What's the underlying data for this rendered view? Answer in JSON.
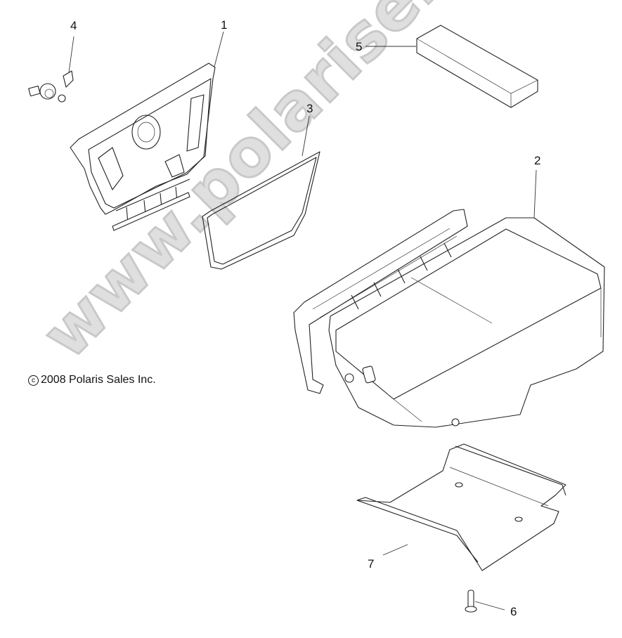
{
  "diagram": {
    "type": "exploded-parts-view",
    "copyright": {
      "symbol": "c",
      "text": "2008 Polaris Sales Inc."
    },
    "watermark": "www.polarisersatzteile.de",
    "callouts": [
      {
        "id": "1",
        "label": "1",
        "part": "storage lid"
      },
      {
        "id": "2",
        "label": "2",
        "part": "storage box"
      },
      {
        "id": "3",
        "label": "3",
        "part": "lid seal"
      },
      {
        "id": "4",
        "label": "4",
        "part": "latch"
      },
      {
        "id": "5",
        "label": "5",
        "part": "foam block"
      },
      {
        "id": "6",
        "label": "6",
        "part": "bolt"
      },
      {
        "id": "7",
        "label": "7",
        "part": "support bracket"
      }
    ]
  }
}
